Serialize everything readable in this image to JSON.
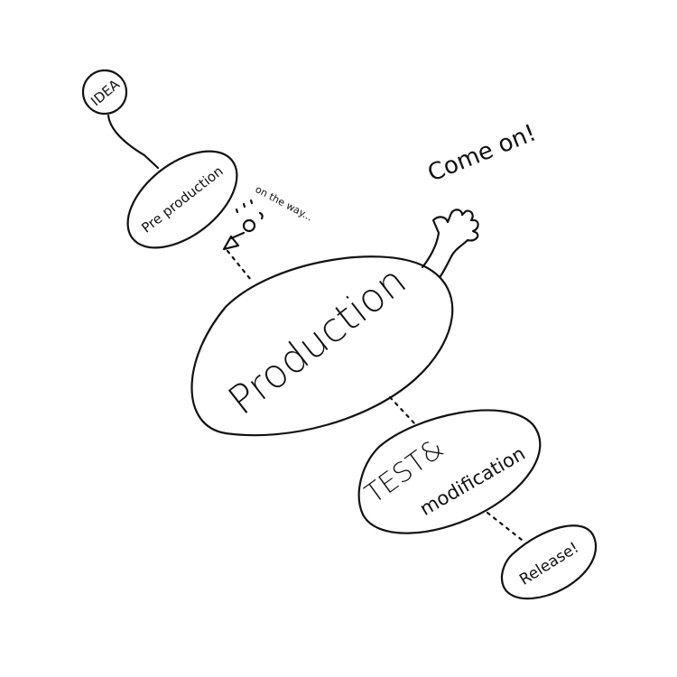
{
  "nodes": {
    "idea": "IDEA",
    "pre_production": "Pre production",
    "production": "Production",
    "test_line1": "TEST&",
    "test_line2": "modification",
    "release": "Release!"
  },
  "annotations": {
    "come_on": "Come on!",
    "on_the_way": "on the way..."
  }
}
